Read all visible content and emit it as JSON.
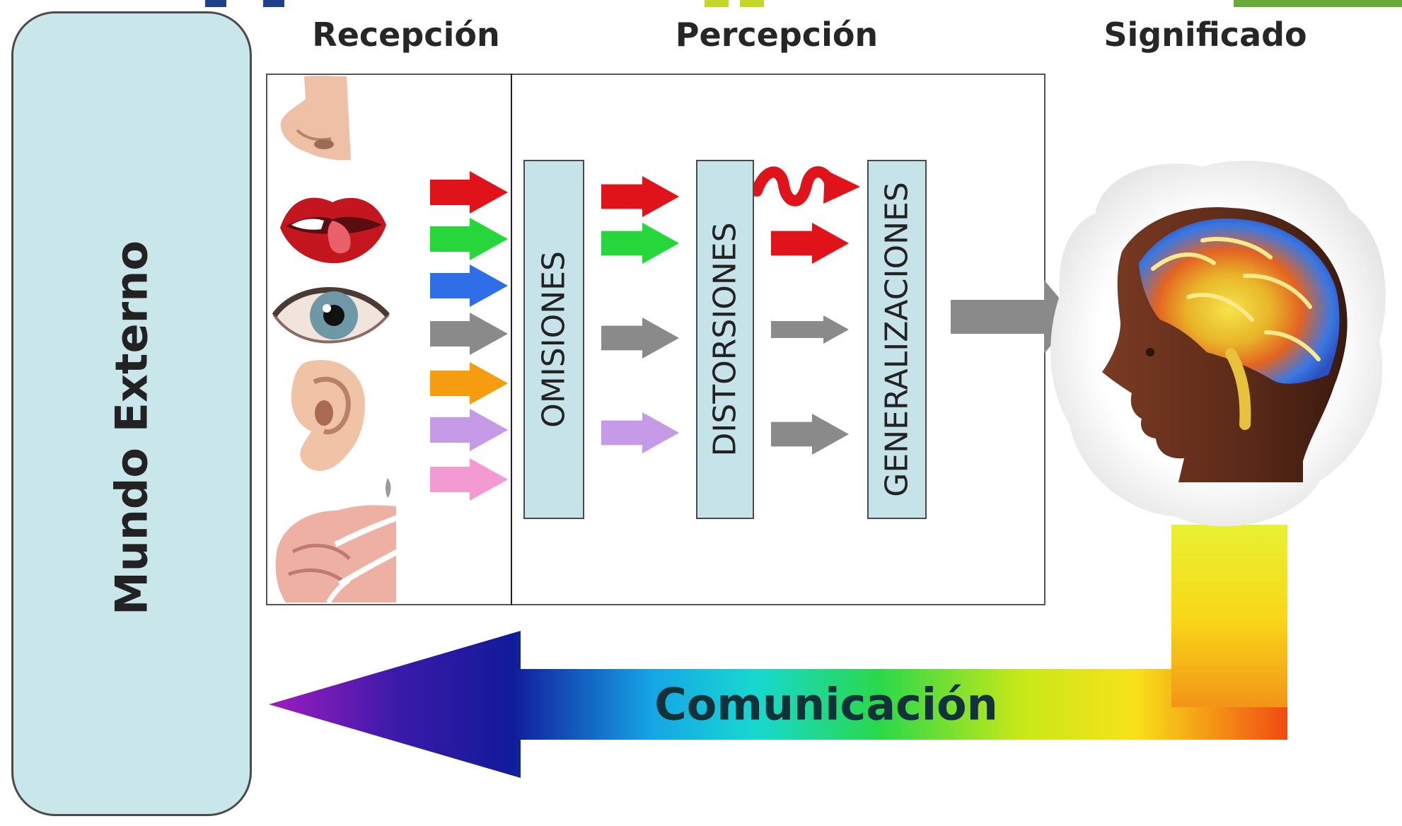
{
  "mundo": {
    "label": "Mundo Externo"
  },
  "columns": {
    "recepcion": "Recepción",
    "percepcion": "Percepción",
    "significado": "Significado"
  },
  "filters": {
    "omisiones": "OMISIONES",
    "distorsiones": "DISTORSIONES",
    "generalizaciones": "GENERALIZACIONES"
  },
  "comunicacion": {
    "label": "Comunicación"
  },
  "senses": [
    "nose-icon",
    "mouth-icon",
    "eye-icon",
    "ear-icon",
    "hand-icon"
  ],
  "colors": {
    "red": "#e0121a",
    "green": "#27d63a",
    "blue": "#2f6ee6",
    "gray": "#8a8a8a",
    "orange": "#f59c10",
    "lilac": "#c79ae8",
    "pink": "#f39ad2",
    "filter_fill": "#c5e3e8",
    "mundo_fill": "#c9e6ea"
  }
}
